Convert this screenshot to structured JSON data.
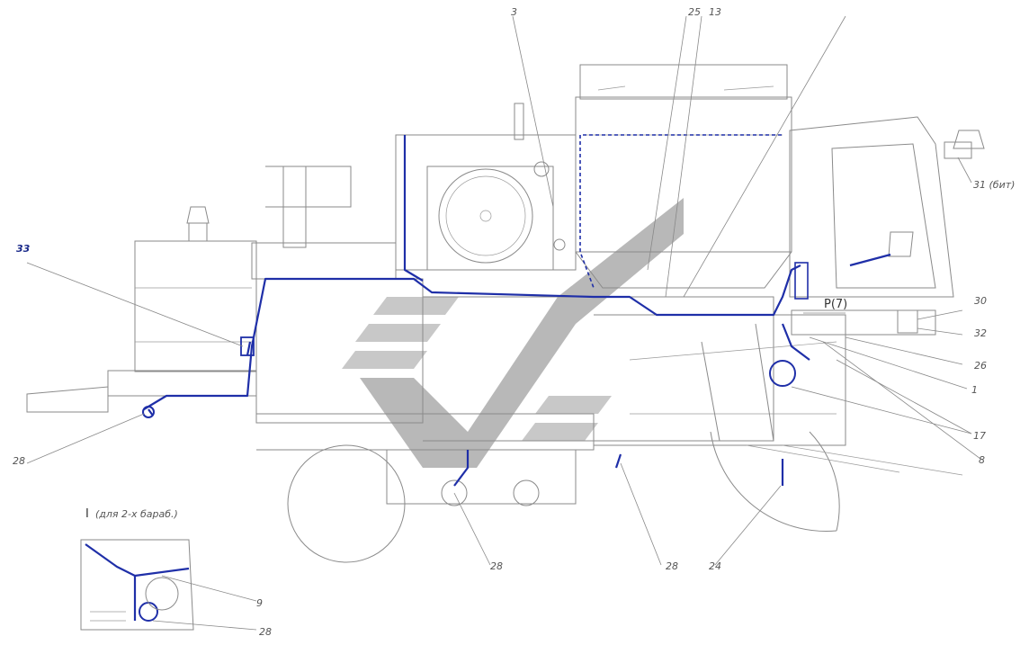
{
  "callouts": {
    "c3": "3",
    "c25": "25",
    "c13": "13",
    "c33": "33",
    "c31": "31 (бит)",
    "c30": "30",
    "c32": "32",
    "c26": "26",
    "c1": "1",
    "c17": "17",
    "c8": "8",
    "c28a": "28",
    "c28b": "28",
    "c28c": "28",
    "c24": "24",
    "c9": "9",
    "c28d": "28",
    "p7": "P(7)"
  },
  "inset": {
    "title_numeral": "I",
    "title_text": "(для 2-х бараб.)"
  },
  "colors": {
    "harness": "#1f2fa8",
    "outline": "#8a8a8a",
    "watermark": "#c8c8c8"
  }
}
